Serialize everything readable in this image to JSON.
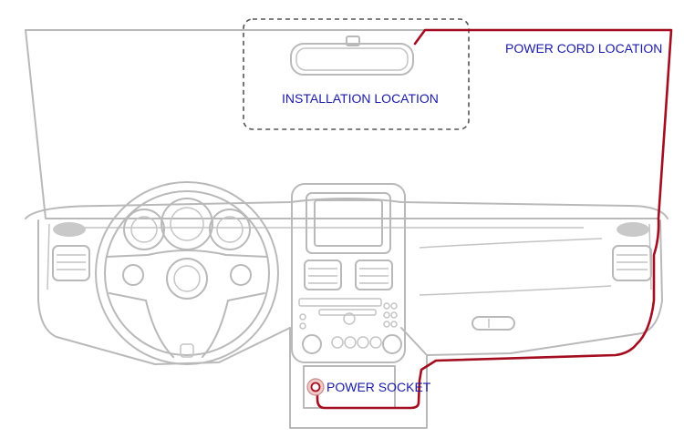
{
  "labels": {
    "installation_location": "INSTALLATION LOCATION",
    "power_cord_location": "POWER CORD LOCATION",
    "power_socket": "POWER SOCKET"
  },
  "colors": {
    "label_text": "#1a1aa8",
    "power_cord": "#a30d1f",
    "outline": "#b9b9b9",
    "installation_box_dash": "#555555"
  },
  "icons": {
    "mirror": "rear-view-mirror-icon",
    "socket": "power-socket-icon"
  }
}
